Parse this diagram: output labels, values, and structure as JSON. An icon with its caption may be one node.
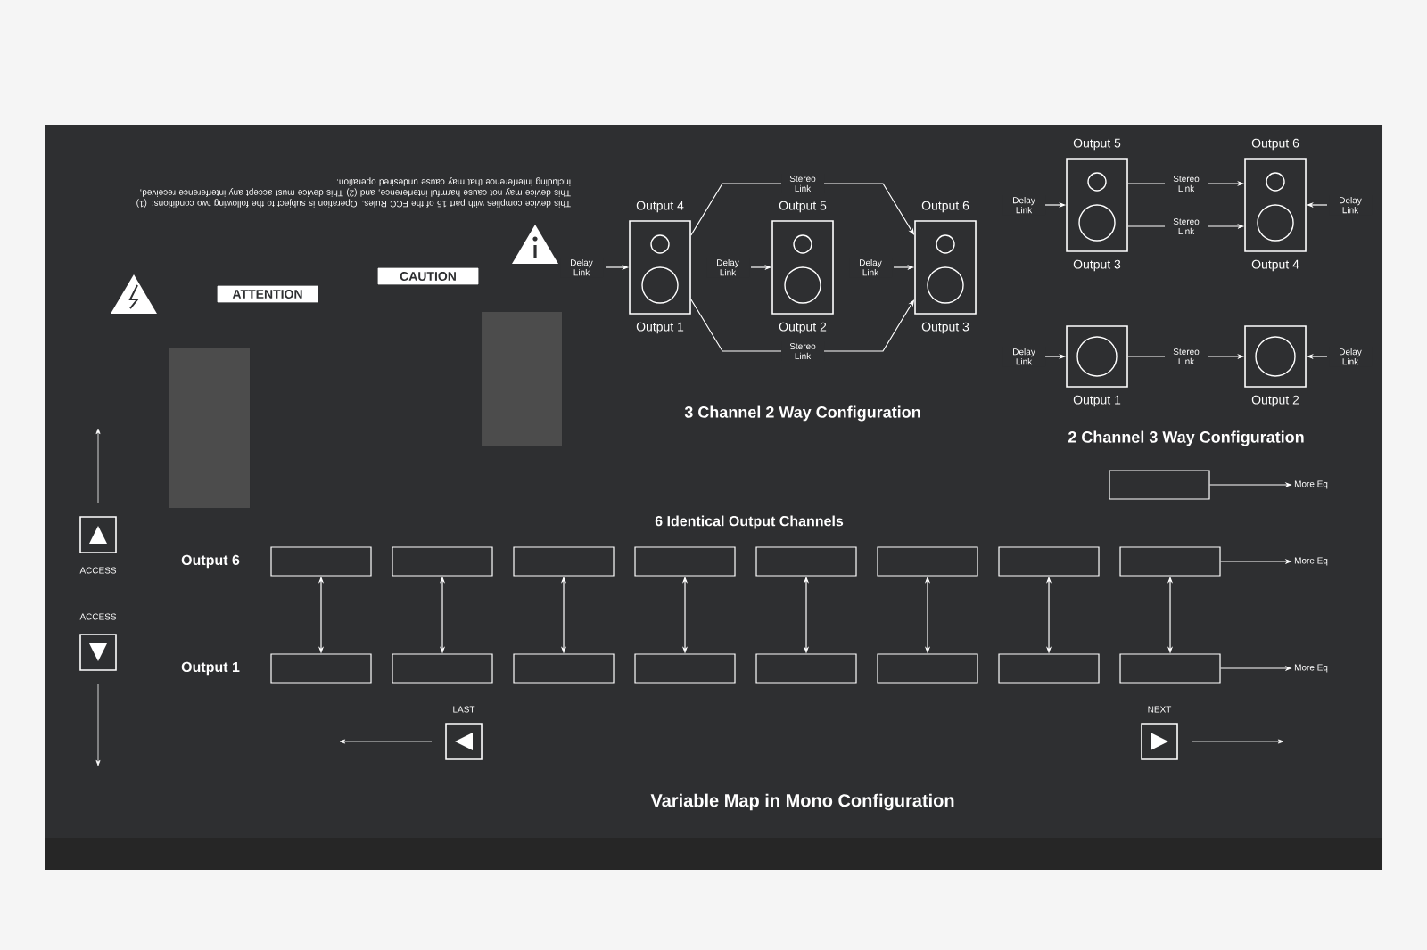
{
  "diagram": {
    "nodes": [
      {
        "text": [
          "Output 4",
          "Output 1"
        ]
      },
      {
        "text": [
          "Output 5",
          "Output 2"
        ]
      },
      {
        "text": [
          "Output 6",
          "Output 3"
        ]
      },
      {
        "text": [
          "Output 5",
          "Output 3"
        ]
      },
      {
        "text": [
          "Output 6",
          "Output 4"
        ]
      },
      {
        "text": [
          "Output 1"
        ]
      },
      {
        "text": [
          "Output 2"
        ]
      },
      {
        "text": [],
        "shape": "box"
      },
      {
        "text": [],
        "shape": "box"
      },
      {
        "text": [],
        "shape": "box"
      },
      {
        "text": [],
        "shape": "box"
      },
      {
        "text": [],
        "shape": "box"
      },
      {
        "text": [],
        "shape": "box"
      },
      {
        "text": [],
        "shape": "box"
      },
      {
        "text": [],
        "shape": "box"
      },
      {
        "text": [],
        "shape": "box"
      },
      {
        "text": [],
        "shape": "box"
      },
      {
        "text": [],
        "shape": "box"
      },
      {
        "text": [],
        "shape": "box"
      },
      {
        "text": [],
        "shape": "box"
      },
      {
        "text": [],
        "shape": "box"
      },
      {
        "text": [],
        "shape": "box"
      },
      {
        "text": [],
        "shape": "box"
      },
      {
        "text": [
          "More Eq"
        ]
      },
      {
        "text": [
          "More Eq"
        ]
      },
      {
        "text": [],
        "shape": "box"
      },
      {
        "text": [
          "More Eq"
        ]
      }
    ],
    "edges": [
      {
        "from": 0,
        "to": 2,
        "arrow": "to",
        "label": "Stereo Link"
      },
      {
        "from": 0,
        "to": 2,
        "arrow": "to",
        "label": "Stereo Link"
      },
      {
        "from": null,
        "to": 0,
        "arrow": "to",
        "label": "Delay Link"
      },
      {
        "from": null,
        "to": 1,
        "arrow": "to",
        "label": "Delay Link"
      },
      {
        "from": null,
        "to": 2,
        "arrow": "to",
        "label": "Delay Link"
      },
      {
        "from": 3,
        "to": 4,
        "arrow": "to",
        "label": "Stereo Link"
      },
      {
        "from": 3,
        "to": 4,
        "arrow": "to",
        "label": "Stereo Link"
      },
      {
        "from": 5,
        "to": 6,
        "arrow": "to",
        "label": "Stereo Link"
      },
      {
        "from": null,
        "to": 3,
        "arrow": "to",
        "label": "Delay Link"
      },
      {
        "from": null,
        "to": 5,
        "arrow": "to",
        "label": "Delay Link"
      },
      {
        "from": null,
        "to": 4,
        "arrow": "to",
        "label": "Delay Link"
      },
      {
        "from": null,
        "to": 6,
        "arrow": "to",
        "label": "Delay Link"
      },
      {
        "from": 7,
        "to": 15,
        "arrow": "both"
      },
      {
        "from": 8,
        "to": 16,
        "arrow": "both"
      },
      {
        "from": 9,
        "to": 17,
        "arrow": "both"
      },
      {
        "from": 10,
        "to": 18,
        "arrow": "both"
      },
      {
        "from": 11,
        "to": 19,
        "arrow": "both"
      },
      {
        "from": 12,
        "to": 20,
        "arrow": "both"
      },
      {
        "from": 13,
        "to": 21,
        "arrow": "both"
      },
      {
        "from": 14,
        "to": 22,
        "arrow": "both"
      },
      {
        "from": 14,
        "to": 23,
        "arrow": "to"
      },
      {
        "from": 22,
        "to": 24,
        "arrow": "to"
      },
      {
        "from": 25,
        "to": 26,
        "arrow": "to"
      }
    ],
    "labels": [
      "This device complies with part 15 of the FCC Rules. Operation is subject to the following two conditions: (1) This device may not cause harmful interference, and (2) This device must accept any interference received, including interference that may cause undesired operation.",
      "ATTENTION",
      "CAUTION",
      "3 Channel 2 Way Configuration",
      "2 Channel 3 Way Configuration",
      "6 Identical Output Channels",
      "ACCESS",
      "ACCESS",
      "Output 6",
      "Output 1",
      "LAST",
      "NEXT",
      "Variable Map in Mono Configuration"
    ]
  }
}
